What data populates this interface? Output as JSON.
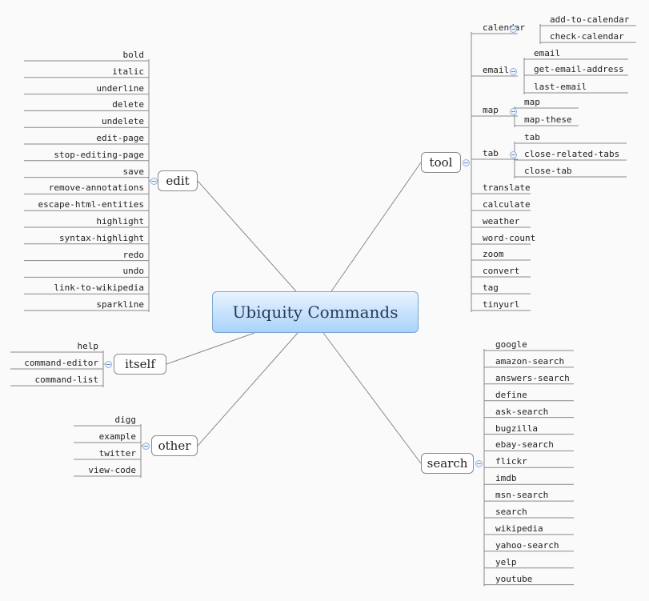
{
  "title": "Ubiquity Commands",
  "branches": {
    "edit": {
      "label": "edit",
      "items": [
        "bold",
        "italic",
        "underline",
        "delete",
        "undelete",
        "edit-page",
        "stop-editing-page",
        "save",
        "remove-annotations",
        "escape-html-entities",
        "highlight",
        "syntax-highlight",
        "redo",
        "undo",
        "link-to-wikipedia",
        "sparkline"
      ]
    },
    "itself": {
      "label": "itself",
      "items": [
        "help",
        "command-editor",
        "command-list"
      ]
    },
    "other": {
      "label": "other",
      "items": [
        "digg",
        "example",
        "twitter",
        "view-code"
      ]
    },
    "tool": {
      "label": "tool",
      "groups": [
        {
          "label": "calendar",
          "items": [
            "add-to-calendar",
            "check-calendar"
          ]
        },
        {
          "label": "email",
          "items": [
            "email",
            "get-email-address",
            "last-email"
          ]
        },
        {
          "label": "map",
          "items": [
            "map",
            "map-these"
          ]
        },
        {
          "label": "tab",
          "items": [
            "tab",
            "close-related-tabs",
            "close-tab"
          ]
        },
        {
          "label": "translate",
          "items": []
        },
        {
          "label": "calculate",
          "items": []
        },
        {
          "label": "weather",
          "items": []
        },
        {
          "label": "word-count",
          "items": []
        },
        {
          "label": "zoom",
          "items": []
        },
        {
          "label": "convert",
          "items": []
        },
        {
          "label": "tag",
          "items": []
        },
        {
          "label": "tinyurl",
          "items": []
        }
      ]
    },
    "search": {
      "label": "search",
      "items": [
        "google",
        "amazon-search",
        "answers-search",
        "define",
        "ask-search",
        "bugzilla",
        "ebay-search",
        "flickr",
        "imdb",
        "msn-search",
        "search",
        "wikipedia",
        "yahoo-search",
        "yelp",
        "youtube"
      ]
    }
  },
  "colors": {
    "line": "#8a8a8a",
    "toggle": "#8fb0d8",
    "central_top": "#e9f3ff",
    "central_bottom": "#a9d3fb"
  }
}
